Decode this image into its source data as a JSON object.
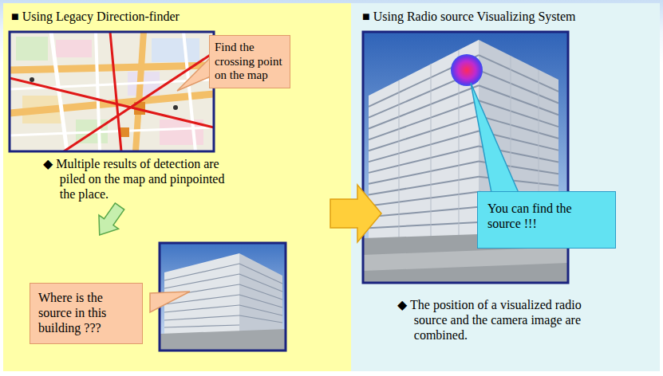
{
  "diagram": {
    "nodes": [
      {
        "text": [
          "■ Using Legacy Direction-finder",
          "◆ Multiple results of detection are piled on the map and pinpointed the place."
        ]
      },
      {
        "text": [
          "Find the crossing point on the map"
        ],
        "in": 0
      },
      {
        "text": [
          "Where is the source in this building ???"
        ],
        "in": 0
      },
      {
        "text": [
          "■ Using Radio source Visualizing System",
          "◆ The position of a visualized radio source and the camera image are combined."
        ]
      },
      {
        "text": [
          "You can find the source !!!"
        ],
        "in": 3
      }
    ],
    "edges": [
      {
        "from": 0,
        "to": 3,
        "arrow": "to"
      }
    ]
  }
}
